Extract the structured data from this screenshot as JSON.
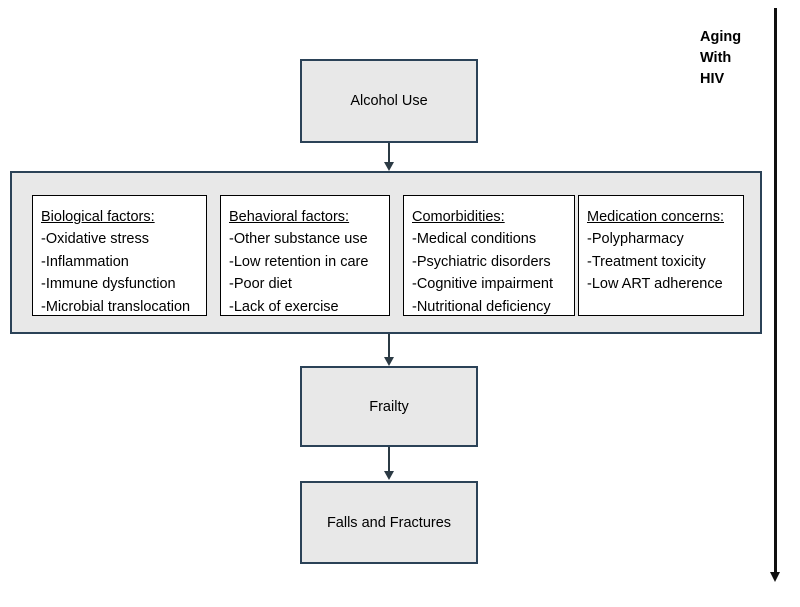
{
  "diagram": {
    "title_axis": {
      "lines": [
        "Aging",
        "With",
        "HIV"
      ]
    },
    "top_node": {
      "label": "Alcohol Use"
    },
    "middle_band": {
      "boxes": [
        {
          "title": "Biological factors:",
          "items": [
            "-Oxidative stress",
            "-Inflammation",
            "-Immune dysfunction",
            "-Microbial translocation"
          ]
        },
        {
          "title": "Behavioral factors:",
          "items": [
            "-Other substance use",
            "-Low retention in care",
            "-Poor diet",
            "-Lack of exercise"
          ]
        },
        {
          "title": "Comorbidities:",
          "items": [
            "-Medical conditions",
            "-Psychiatric disorders",
            "-Cognitive impairment",
            "-Nutritional deficiency"
          ]
        },
        {
          "title": "Medication concerns:",
          "items": [
            "-Polypharmacy",
            "-Treatment toxicity",
            "-Low ART adherence"
          ]
        }
      ]
    },
    "frailty_node": {
      "label": "Frailty"
    },
    "outcome_node": {
      "label": "Falls and Fractures"
    },
    "colors": {
      "node_fill": "#e8e8e8",
      "node_border": "#2b4257",
      "factor_border": "#000000",
      "connector": "#2b3a44",
      "axis": "#101010",
      "background": "#ffffff"
    }
  }
}
